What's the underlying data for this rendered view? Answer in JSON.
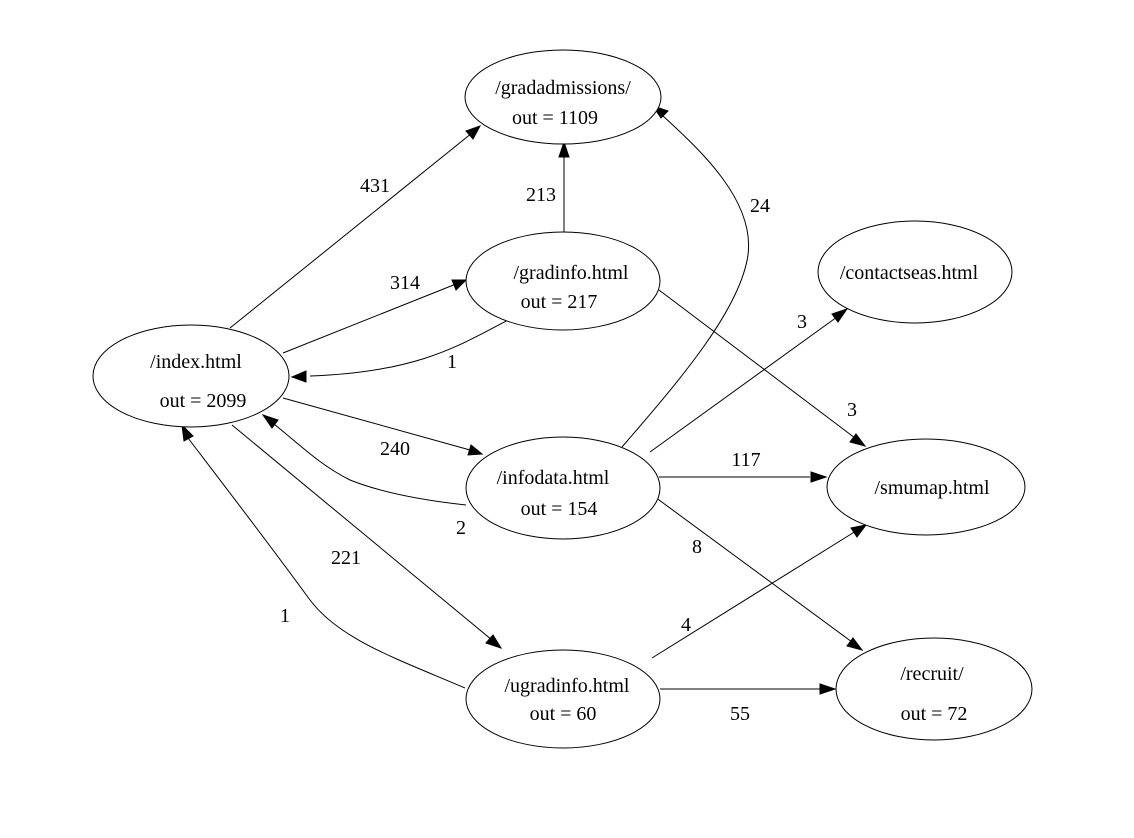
{
  "nodes": [
    {
      "id": "gradadmissions",
      "name": "/gradadmissions/",
      "out": "out = 1109"
    },
    {
      "id": "gradinfo",
      "name": "/gradinfo.html",
      "out": "out = 217"
    },
    {
      "id": "contactseas",
      "name": "/contactseas.html",
      "out": ""
    },
    {
      "id": "index",
      "name": "/index.html",
      "out": "out = 2099"
    },
    {
      "id": "infodata",
      "name": "/infodata.html",
      "out": "out = 154"
    },
    {
      "id": "smumap",
      "name": "/smumap.html",
      "out": ""
    },
    {
      "id": "ugradinfo",
      "name": "/ugradinfo.html",
      "out": "out = 60"
    },
    {
      "id": "recruit",
      "name": "/recruit/",
      "out": "out = 72"
    }
  ],
  "edges": [
    {
      "id": "index-gradadmissions",
      "from": "/index.html",
      "to": "/gradadmissions/",
      "label": "431"
    },
    {
      "id": "index-gradinfo",
      "from": "/index.html",
      "to": "/gradinfo.html",
      "label": "314"
    },
    {
      "id": "gradinfo-gradadmissions",
      "from": "/gradinfo.html",
      "to": "/gradadmissions/",
      "label": "213"
    },
    {
      "id": "gradinfo-index",
      "from": "/gradinfo.html",
      "to": "/index.html",
      "label": "1"
    },
    {
      "id": "index-infodata",
      "from": "/index.html",
      "to": "/infodata.html",
      "label": "240"
    },
    {
      "id": "infodata-index",
      "from": "/infodata.html",
      "to": "/index.html",
      "label": "2"
    },
    {
      "id": "index-ugradinfo",
      "from": "/index.html",
      "to": "/ugradinfo.html",
      "label": "221"
    },
    {
      "id": "ugradinfo-index",
      "from": "/ugradinfo.html",
      "to": "/index.html",
      "label": "1"
    },
    {
      "id": "infodata-gradadmissions",
      "from": "/infodata.html",
      "to": "/gradadmissions/",
      "label": "24"
    },
    {
      "id": "infodata-contactseas",
      "from": "/infodata.html",
      "to": "/contactseas.html",
      "label": "3"
    },
    {
      "id": "gradinfo-smumap",
      "from": "/gradinfo.html",
      "to": "/smumap.html",
      "label": "3"
    },
    {
      "id": "infodata-smumap",
      "from": "/infodata.html",
      "to": "/smumap.html",
      "label": "117"
    },
    {
      "id": "infodata-recruit",
      "from": "/infodata.html",
      "to": "/recruit/",
      "label": "8"
    },
    {
      "id": "ugradinfo-smumap",
      "from": "/ugradinfo.html",
      "to": "/smumap.html",
      "label": "4"
    },
    {
      "id": "ugradinfo-recruit",
      "from": "/ugradinfo.html",
      "to": "/recruit/",
      "label": "55"
    }
  ]
}
